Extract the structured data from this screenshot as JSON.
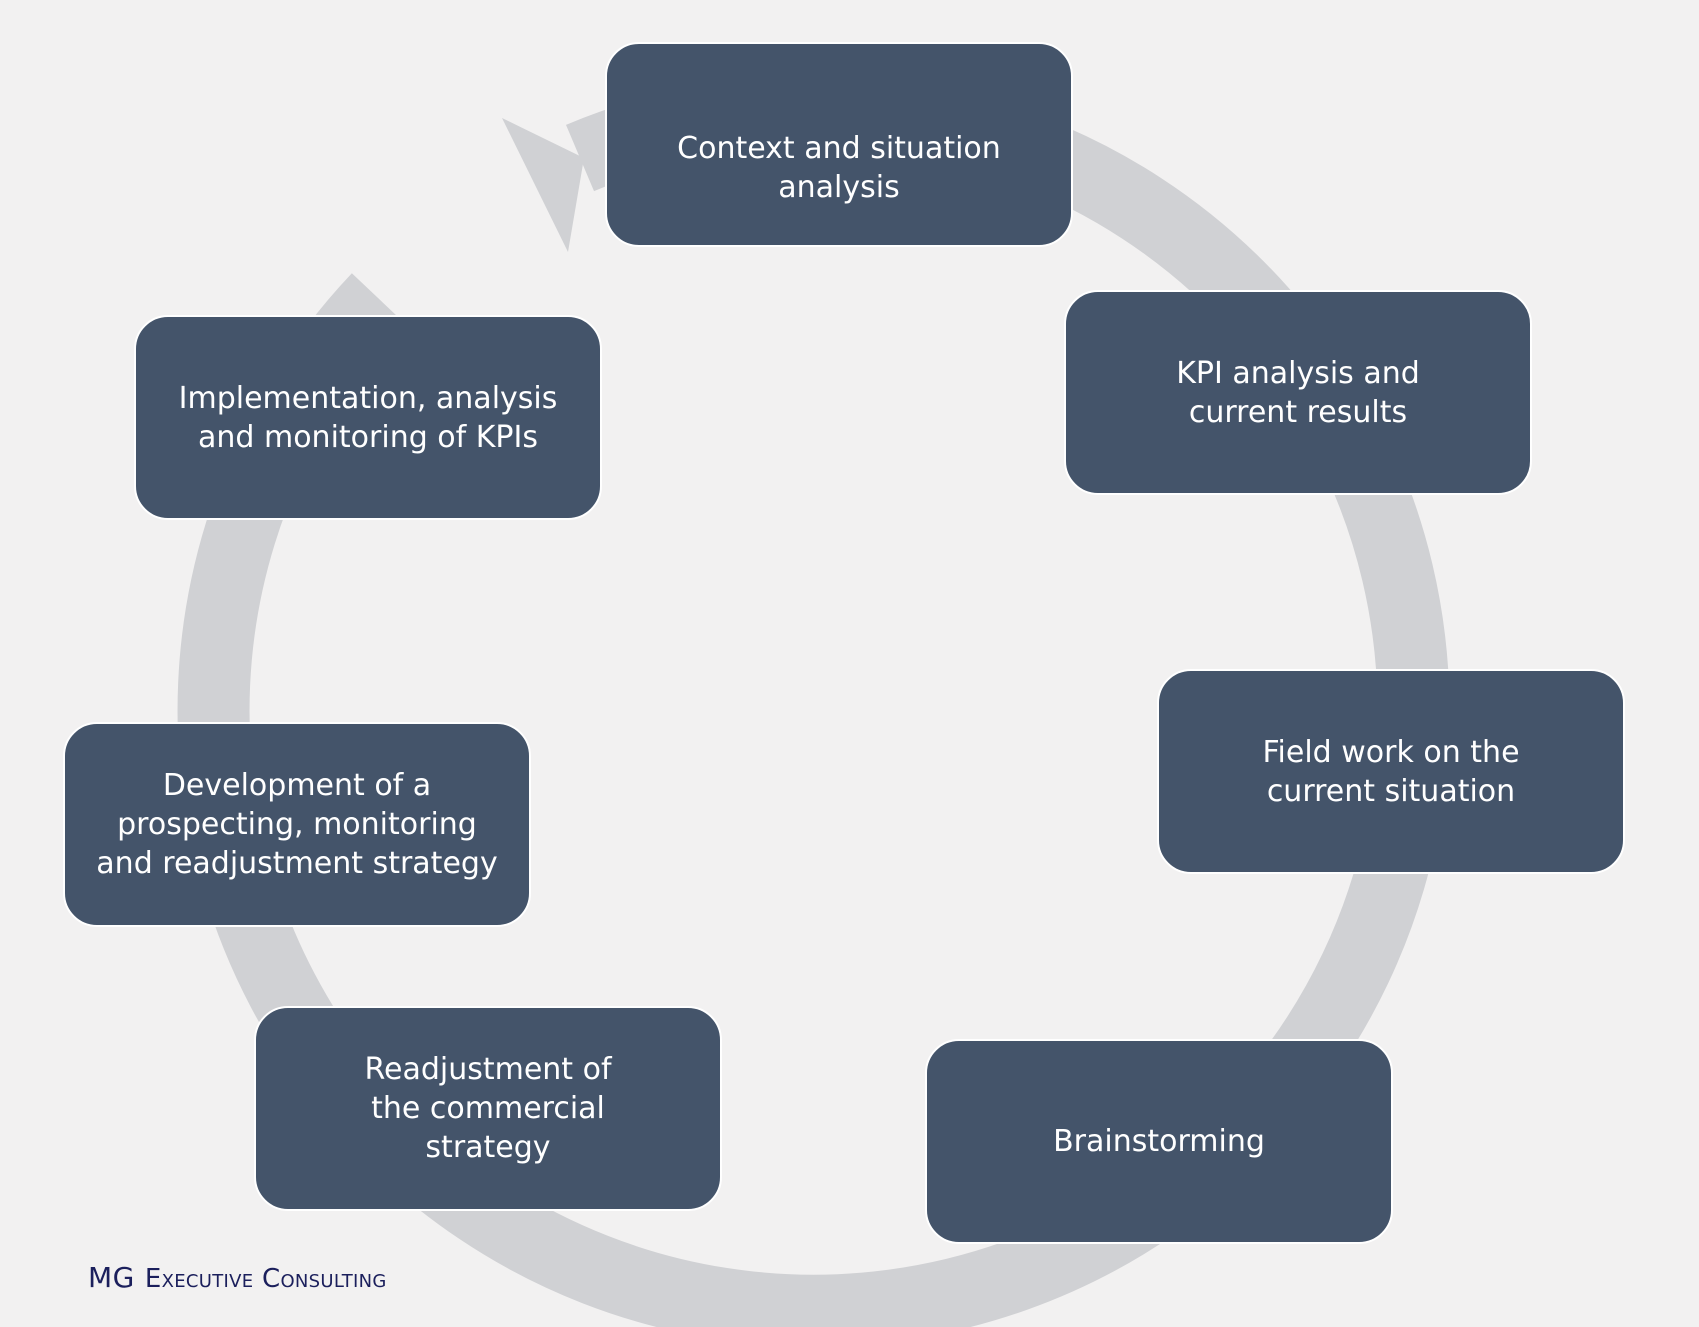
{
  "diagram": {
    "steps": [
      {
        "id": 1,
        "label": "Context and situation analysis"
      },
      {
        "id": 2,
        "label": "KPI analysis and current results"
      },
      {
        "id": 3,
        "label": "Field work on the current situation"
      },
      {
        "id": 4,
        "label": "Brainstorming"
      },
      {
        "id": 5,
        "label": "Readjustment of the commercial strategy"
      },
      {
        "id": 6,
        "label": "Development of a prospecting, monitoring and readjustment strategy"
      },
      {
        "id": 7,
        "label": "Implementation, analysis and monitoring of KPIs"
      }
    ],
    "colors": {
      "background": "#f2f1f1",
      "box_fill": "#44546a",
      "box_text": "#ffffff",
      "ring": "#d0d1d4",
      "brand": "#1b1f5c"
    }
  },
  "brand": {
    "prefix": "MG",
    "name": "Executive Consulting"
  }
}
